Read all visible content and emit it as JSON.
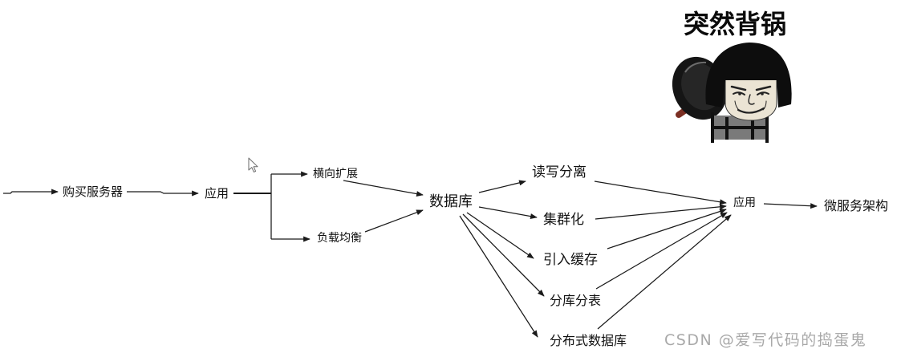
{
  "diagram": {
    "nodes": {
      "buy_server": "购买服务器",
      "app": "应用",
      "scale_out": "横向扩展",
      "load_balance": "负载均衡",
      "database": "数据库",
      "read_write_split": "读写分离",
      "clustering": "集群化",
      "cache": "引入缓存",
      "sharding": "分库分表",
      "distributed_database": "分布式数据库",
      "app_final": "应用",
      "microservices": "微服务架构"
    }
  },
  "meme": {
    "caption": "突然背锅",
    "icon": "frying-pan-character"
  },
  "watermark": "CSDN @爱写代码的捣蛋鬼",
  "icons": {
    "cursor": "arrow-cursor-icon"
  },
  "colors": {
    "background": "#ffffff",
    "text": "#111111",
    "arrow": "#1a1a1a",
    "watermark": "#a9a9a9",
    "pan": "#151515",
    "pan_handle": "#7b2f23",
    "face": "#ebe4d4"
  }
}
